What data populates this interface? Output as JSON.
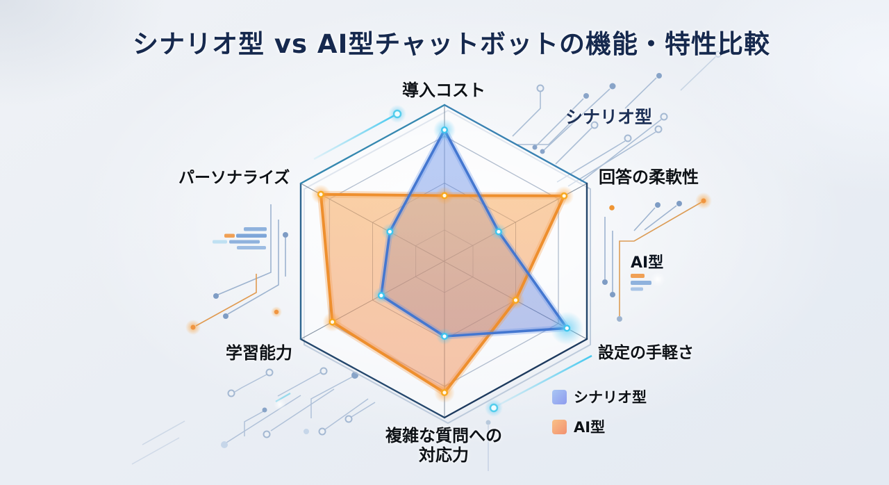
{
  "header": {
    "title": "シナリオ型 vs AI型チャットボットの機能・特性比較"
  },
  "labels": {
    "scenario_side": "シナリオ型",
    "ai_side": "AI型",
    "complex_line1": "複雑な質問への",
    "complex_line2": "対応力"
  },
  "legend": {
    "items": [
      {
        "label": "シナリオ型",
        "color": "#8e9bee"
      },
      {
        "label": "AI型",
        "color": "#f2906f"
      }
    ]
  },
  "chart_data": {
    "type": "radar",
    "title": "シナリオ型 vs AI型チャットボットの機能・特性比較",
    "categories": [
      "導入コスト",
      "回答の柔軟性",
      "設定の手軽さ",
      "複雑な質問への対応力",
      "学習能力",
      "パーソナライズ"
    ],
    "max": 5,
    "grid_rings": [
      0.2,
      0.5,
      0.8
    ],
    "legend_position": "bottom-right",
    "series": [
      {
        "name": "シナリオ型",
        "values": [
          4.2,
          1.9,
          4.3,
          2.4,
          2.2,
          1.9
        ],
        "stroke": "#4477d0",
        "fill_top": "rgba(132,168,240,0.55)",
        "fill_bottom": "rgba(96,122,212,0.42)",
        "dot_color": "#3fc6ee"
      },
      {
        "name": "AI型",
        "values": [
          2.1,
          4.2,
          2.5,
          4.2,
          3.9,
          4.3
        ],
        "stroke": "#ee8f2e",
        "fill_top": "rgba(248,178,108,0.60)",
        "fill_bottom": "rgba(240,138,84,0.48)",
        "dot_color": "#f8a81e"
      }
    ]
  }
}
